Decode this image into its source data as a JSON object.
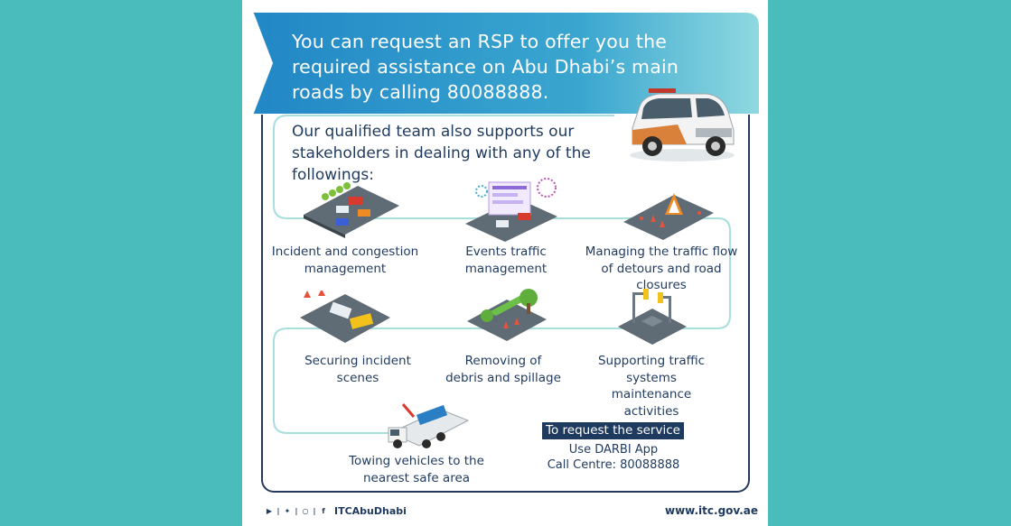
{
  "banner": {
    "text": "You can request an RSP to offer you the required assistance on Abu Dhabi’s main roads by calling 80088888."
  },
  "subtitle": "Our qualified team also supports our stakeholders in dealing with any of the followings:",
  "services": [
    {
      "label": "Incident and congestion management",
      "icon": "incident-road-icon"
    },
    {
      "label": "Events traffic management",
      "icon": "events-traffic-icon"
    },
    {
      "label": "Managing the traffic flow of detours and road closures",
      "icon": "detour-roadwork-icon"
    },
    {
      "label": "Securing incident scenes",
      "icon": "incident-scene-icon"
    },
    {
      "label": "Removing of debris and spillage",
      "icon": "debris-removal-icon"
    },
    {
      "label": "Supporting traffic systems maintenance activities",
      "icon": "traffic-signal-icon"
    },
    {
      "label": "Towing vehicles to the nearest safe area",
      "icon": "tow-truck-icon"
    }
  ],
  "request": {
    "heading": "To request the service",
    "line1": "Use DARBI App",
    "line2": "Call Centre: 80088888"
  },
  "footer": {
    "handle": "ITCAbuDhabi",
    "website": "www.itc.gov.ae",
    "social_icons": [
      "youtube-icon",
      "twitter-icon",
      "instagram-icon",
      "facebook-icon"
    ]
  },
  "colors": {
    "background": "#4bbcbc",
    "navy": "#1f3a5f",
    "banner_blue": "#2a8fc9",
    "banner_teal": "#7fd3de",
    "path_teal": "#8fd6d6"
  }
}
